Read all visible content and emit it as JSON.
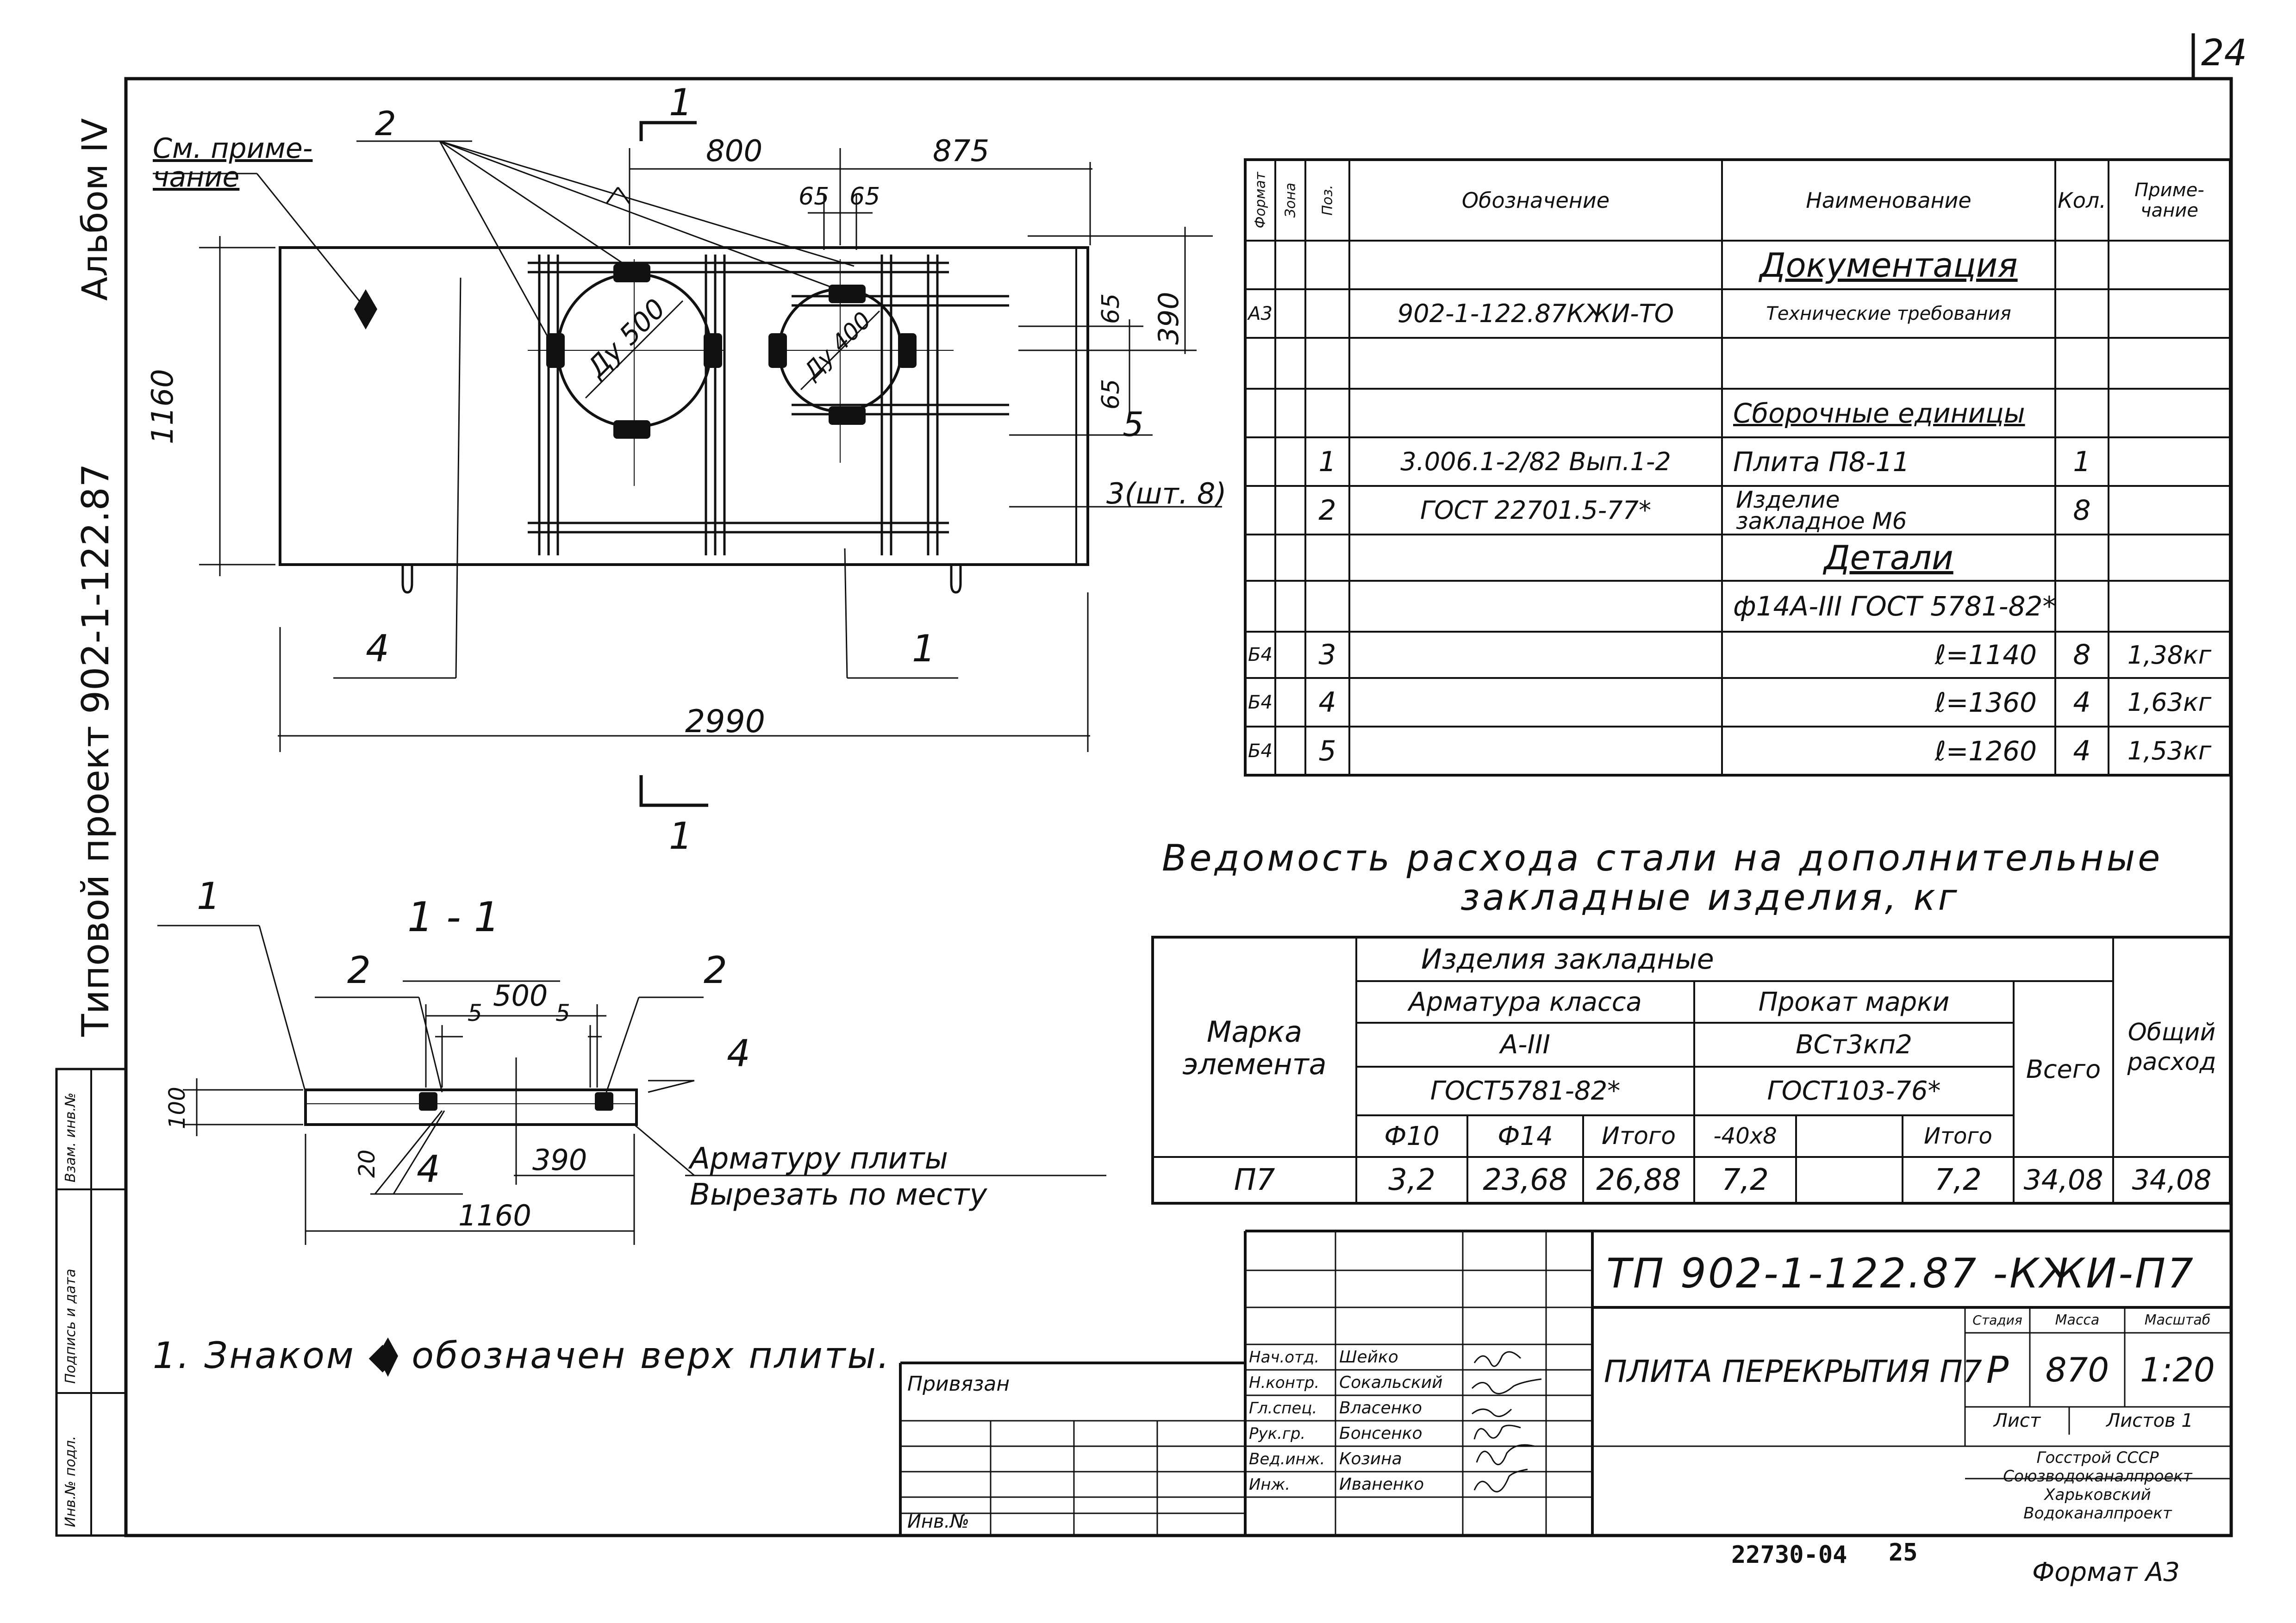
{
  "sheet": {
    "page_number": "24",
    "side_album": "Альбом IV",
    "side_project": "Типовой проект 902-1-122.87",
    "stamp_left": [
      "Инв.№ подл.",
      "Подпись и дата",
      "Взам. инв.№"
    ],
    "code_bottom": "22730-04",
    "code_page": "25",
    "format": "Формат А3"
  },
  "plan": {
    "note_callout": "См. приме-\nчание",
    "dims": {
      "d800": "800",
      "d875": "875",
      "d65a": "65",
      "d65b": "65",
      "d65c": "65",
      "d65d": "65",
      "d390": "390",
      "d1160": "1160",
      "d2990": "2990"
    },
    "holes": [
      "Ду 500",
      "Ду 400"
    ],
    "labels": {
      "pos2": "2",
      "pos5": "5",
      "pos3": "3(шт. 8)",
      "pos4": "4",
      "pos1": "1",
      "sec_top": "1",
      "sec_bottom": "1"
    }
  },
  "section": {
    "title": "1 - 1",
    "labels": {
      "l1": "1",
      "l2a": "2",
      "l2b": "2",
      "l4a": "4",
      "l4b": "4"
    },
    "dims": {
      "d500": "500",
      "d5a": "5",
      "d5b": "5",
      "d100": "100",
      "d20": "20",
      "d390": "390",
      "d1160": "1160"
    },
    "note": "Арматуру плиты\nВырезать по месту"
  },
  "spec_table": {
    "headers": [
      "Формат",
      "Зона",
      "Поз.",
      "Обозначение",
      "Наименование",
      "Кол.",
      "Приме-\nчание"
    ],
    "rows": [
      [
        "",
        "",
        "",
        "",
        "Документация",
        "",
        ""
      ],
      [
        "А3",
        "",
        "",
        "902-1-122.87КЖИ-ТО",
        "Технические требования",
        "",
        ""
      ],
      [
        "",
        "",
        "",
        "",
        "",
        "",
        ""
      ],
      [
        "",
        "",
        "",
        "",
        "Сборочные единицы",
        "",
        ""
      ],
      [
        "",
        "",
        "1",
        "3.006.1-2/82 Вып.1-2",
        "Плита П8-11",
        "1",
        ""
      ],
      [
        "",
        "",
        "2",
        "ГОСТ 22701.5-77*",
        "Изделие\nзакладное М6",
        "8",
        ""
      ],
      [
        "",
        "",
        "",
        "",
        "Детали",
        "",
        ""
      ],
      [
        "",
        "",
        "",
        "",
        "ф14A-III ГОСТ 5781-82*",
        "",
        ""
      ],
      [
        "Б4",
        "",
        "3",
        "",
        "ℓ=1140",
        "8",
        "1,38кг"
      ],
      [
        "Б4",
        "",
        "4",
        "",
        "ℓ=1360",
        "4",
        "1,63кг"
      ],
      [
        "Б4",
        "",
        "5",
        "",
        "ℓ=1260",
        "4",
        "1,53кг"
      ]
    ]
  },
  "steel_table": {
    "title_line1": "Ведомость расхода стали на дополнительные",
    "title_line2": "закладные изделия, кг",
    "h_mark": "Марка\nэлемента",
    "h_items": "Изделия закладные",
    "h_rebar": "Арматура класса",
    "h_rolled": "Прокат марки",
    "h_class": "A-III",
    "h_grade": "ВСт3кп2",
    "h_gost1": "ГОСТ5781-82*",
    "h_gost2": "ГОСТ103-76*",
    "h_total": "Всего",
    "h_general": "Общий\nрасход",
    "sub": [
      "Ф10",
      "Ф14",
      "Итого",
      "-40х8",
      "",
      "Итого"
    ],
    "row": [
      "П7",
      "3,2",
      "23,68",
      "26,88",
      "7,2",
      "",
      "7,2",
      "34,08",
      "34,08"
    ]
  },
  "footnote": "1. Знаком ◆ обозначен верх плиты.",
  "title_block": {
    "code": "ТП 902-1-122.87 -КЖИ-П7",
    "name": "ПЛИТА ПЕРЕКРЫТИЯ П7",
    "stage_h": "Стадия",
    "mass_h": "Масса",
    "scale_h": "Масштаб",
    "stage": "Р",
    "mass": "870",
    "scale": "1:20",
    "sheet_h": "Лист",
    "sheets_h": "Листов 1",
    "org": "Госстрой СССР\nСоюзводоканалпроект\nХарьковский\nВодоканалпроект",
    "bound": "Привязан",
    "inv": "Инв.№",
    "roles": [
      "Нач.отд.",
      "Н.контр.",
      "Гл.спец.",
      "Рук.гр.",
      "Вед.инж.",
      "Инж."
    ],
    "names": [
      "Шейко",
      "Сокальский",
      "Власенко",
      "Бонсенко",
      "Козина",
      "Иваненко"
    ]
  }
}
